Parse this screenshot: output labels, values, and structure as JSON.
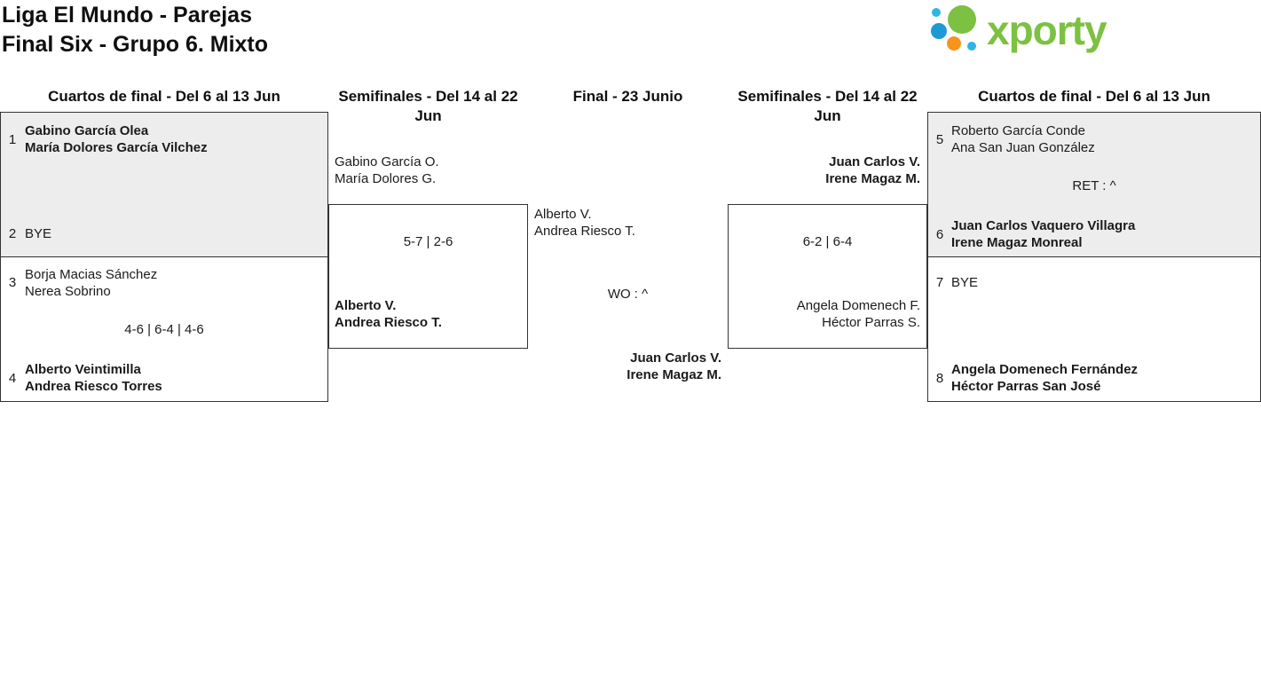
{
  "header": {
    "title_line1": "Liga El Mundo - Parejas",
    "title_line2": "Final Six - Grupo 6. Mixto"
  },
  "logo": {
    "text": "xporty"
  },
  "round_headers": {
    "qf_left": "Cuartos de final - Del 6 al 13 Jun",
    "sf_left": "Semifinales - Del 14 al 22 Jun",
    "final": "Final - 23 Junio",
    "sf_right": "Semifinales - Del 14 al 22 Jun",
    "qf_right": "Cuartos de final - Del 6 al 13 Jun"
  },
  "bracket": {
    "qf_left_match1": {
      "seed_top": "1",
      "team_top_line1": "Gabino García Olea",
      "team_top_line2": "María Dolores García Vilchez",
      "seed_bottom": "2",
      "team_bottom_line1": "BYE"
    },
    "qf_left_match2": {
      "seed_top": "3",
      "team_top_line1": "Borja Macias Sánchez",
      "team_top_line2": "Nerea Sobrino",
      "score": "4-6 | 6-4 | 4-6",
      "seed_bottom": "4",
      "team_bottom_line1": "Alberto Veintimilla",
      "team_bottom_line2": "Andrea Riesco Torres"
    },
    "sf_left": {
      "team_top_line1": "Gabino García O.",
      "team_top_line2": "María Dolores G.",
      "score": "5-7 | 2-6",
      "team_bottom_line1": "Alberto V.",
      "team_bottom_line2": "Andrea Riesco T."
    },
    "final": {
      "team_top_line1": "Alberto V.",
      "team_top_line2": "Andrea Riesco T.",
      "score": "WO : ^",
      "team_bottom_line1": "Juan Carlos V.",
      "team_bottom_line2": "Irene Magaz M."
    },
    "sf_right": {
      "team_top_line1": "Juan Carlos V.",
      "team_top_line2": "Irene Magaz M.",
      "score": "6-2 | 6-4",
      "team_bottom_line1": "Angela Domenech F.",
      "team_bottom_line2": "Héctor Parras S."
    },
    "qf_right_match1": {
      "seed_top": "5",
      "team_top_line1": "Roberto García Conde",
      "team_top_line2": "Ana San Juan González",
      "score": "RET : ^",
      "seed_bottom": "6",
      "team_bottom_line1": "Juan Carlos Vaquero Villagra",
      "team_bottom_line2": "Irene Magaz Monreal"
    },
    "qf_right_match2": {
      "seed_top": "7",
      "team_top_line1": "BYE",
      "seed_bottom": "8",
      "team_bottom_line1": "Angela Domenech Fernández",
      "team_bottom_line2": "Héctor Parras San José"
    }
  },
  "colors": {
    "logo_green": "#7cc142",
    "logo_blue_light": "#2fb5e5",
    "logo_blue": "#1d9ad6",
    "logo_orange": "#f7941e",
    "shaded_match_bg": "#ededed",
    "box_border": "#333333"
  }
}
